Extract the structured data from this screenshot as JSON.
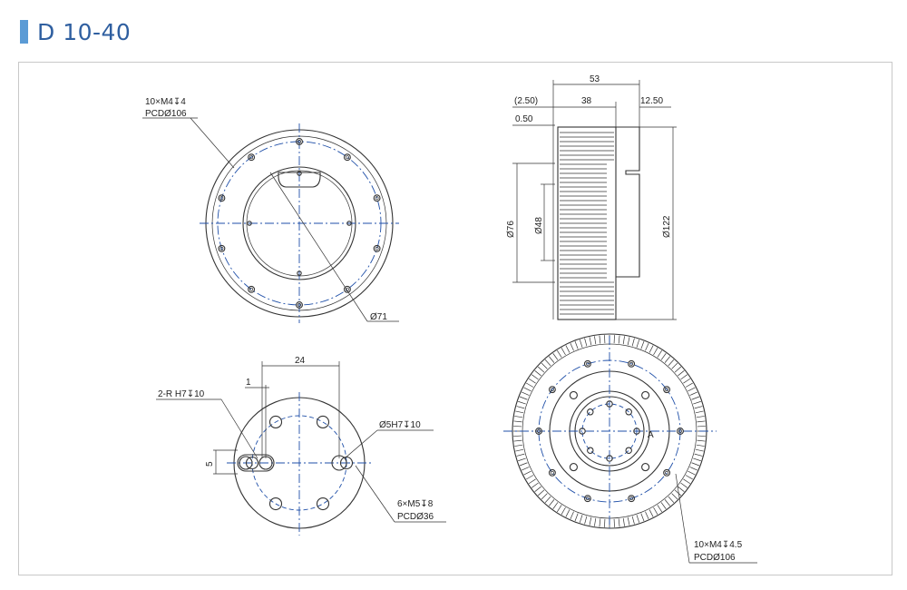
{
  "header": {
    "title": "D 10-40",
    "accent_color": "#5b9bd5",
    "title_color": "#2f5fa0"
  },
  "views": {
    "front": {
      "hole_callout_line1": "10×M4",
      "hole_callout_depth": "4",
      "hole_callout_line2": "PCD",
      "hole_callout_pcd": "106",
      "bore_dia": "71"
    },
    "side": {
      "dim_overall_length": "53",
      "dim_offset": "(2.50)",
      "dim_body": "38",
      "dim_flange": "12.50",
      "dim_step": "0.50",
      "dim_d76": "76",
      "dim_d48": "48",
      "dim_d122": "122"
    },
    "output": {
      "dim_24": "24",
      "dim_1": "1",
      "dim_5": "5",
      "pin_callout": "2-R H7",
      "pin_depth": "10",
      "hole_callout": "5H7",
      "hole_depth": "10",
      "thread_callout": "6×M5",
      "thread_depth": "8",
      "pcd_label": "PCD",
      "pcd_value": "36"
    },
    "rear": {
      "callout_line1": "10×M4",
      "callout_depth": "4.5",
      "callout_line2": "PCD",
      "callout_pcd": "106",
      "label_a": "A"
    }
  },
  "symbols": {
    "diameter": "Ø",
    "depth": "↧"
  },
  "colors": {
    "centerline": "#1f4fa8",
    "outline": "#333333",
    "frame": "#c8c8c8"
  }
}
